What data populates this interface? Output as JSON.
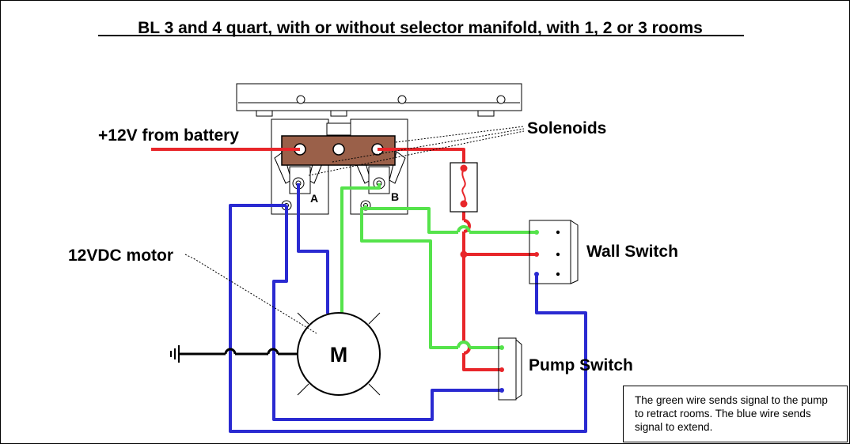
{
  "title": "BL 3 and 4 quart, with or without selector manifold, with 1, 2 or 3 rooms",
  "labels": {
    "battery": "+12V from battery",
    "solenoids": "Solenoids",
    "motor": "12VDC motor",
    "motor_symbol": "M",
    "terminal_a": "A",
    "terminal_b": "B",
    "wall_switch": "Wall Switch",
    "pump_switch": "Pump Switch"
  },
  "note": "The green wire sends signal  to the pump to retract rooms. The blue wire sends signal to extend.",
  "colors": {
    "red_wire": "#e8262a",
    "green_wire": "#55e34b",
    "blue_wire": "#2a2ad1",
    "solenoid_bar": "#9a6049",
    "background": "#ffffff"
  }
}
